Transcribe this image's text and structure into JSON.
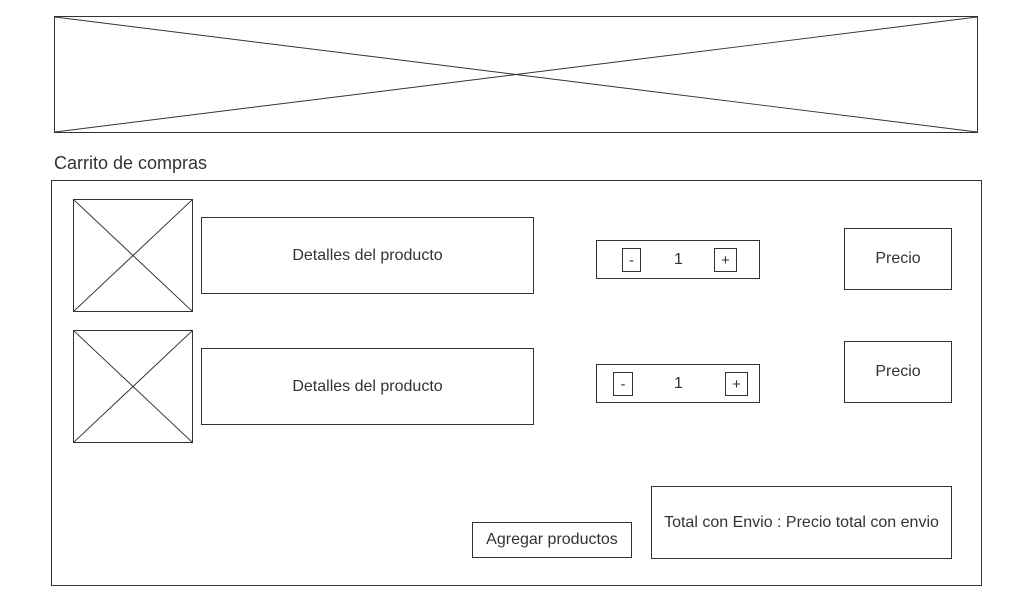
{
  "cart": {
    "title": "Carrito de compras",
    "items": [
      {
        "details": "Detalles del producto",
        "decrement": "-",
        "quantity": "1",
        "increment": "+",
        "price": "Precio"
      },
      {
        "details": "Detalles del producto",
        "decrement": "-",
        "quantity": "1",
        "increment": "+",
        "price": "Precio"
      }
    ],
    "add_products_label": "Agregar productos",
    "total_label": "Total con Envio : Precio total con envio"
  },
  "colors": {
    "stroke": "#333333",
    "text": "#333333",
    "background": "#ffffff"
  }
}
